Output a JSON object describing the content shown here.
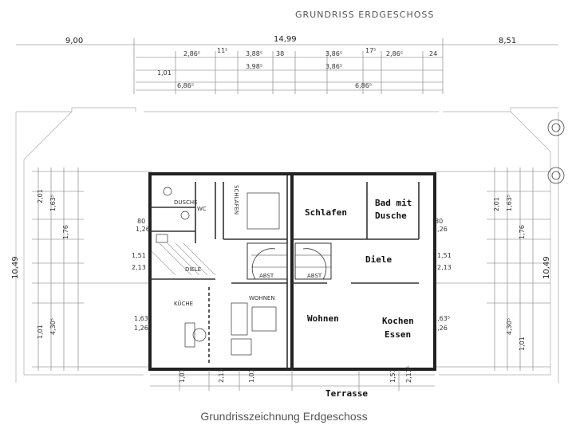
{
  "plan_title": "GRUNDRISS ERDGESCHOSS",
  "caption": "Grundrisszeichnung Erdgeschoss",
  "dimensions": {
    "total_width": "14,99",
    "left_offset": "9,00",
    "right_offset": "8,51",
    "depth_left": "10,49",
    "depth_right": "10,49",
    "top_row1": [
      "2,86⁵",
      "3,88⁵",
      "3,86⁵",
      "2,86⁵"
    ],
    "top_row2": [
      "3,98⁵",
      "3,86⁵"
    ],
    "top_row3": [
      "6,86⁵",
      "6,86⁵"
    ],
    "top_small": [
      "38",
      "11⁵",
      "1,01",
      "17⁵",
      "24"
    ],
    "left_side": [
      "2,01",
      "1,63⁵",
      "1,76",
      "80",
      "1,26",
      "1,51",
      "2,13",
      "1,63⁵",
      "1,26",
      "4,30⁵",
      "1,01"
    ],
    "right_side": [
      "2,01",
      "1,63⁵",
      "1,76",
      "80",
      "1,26",
      "1,51",
      "2,13",
      "1,63⁵",
      "1,26",
      "4,30⁵",
      "1,01"
    ],
    "bottom": [
      "1,01",
      "2,13",
      "1,01",
      "1,51",
      "2,13⁵"
    ]
  },
  "left_unit": {
    "rooms": [
      "DUSCHE",
      "WC",
      "SCHLAFEN",
      "DIELE",
      "KÜCHE",
      "WOHNEN"
    ],
    "abst": "ABST"
  },
  "right_unit": {
    "rooms": [
      "Schlafen",
      "Bad mit",
      "Dusche",
      "Diele",
      "Wohnen",
      "Kochen",
      "Essen",
      "Terrasse"
    ],
    "abst": "ABST"
  }
}
